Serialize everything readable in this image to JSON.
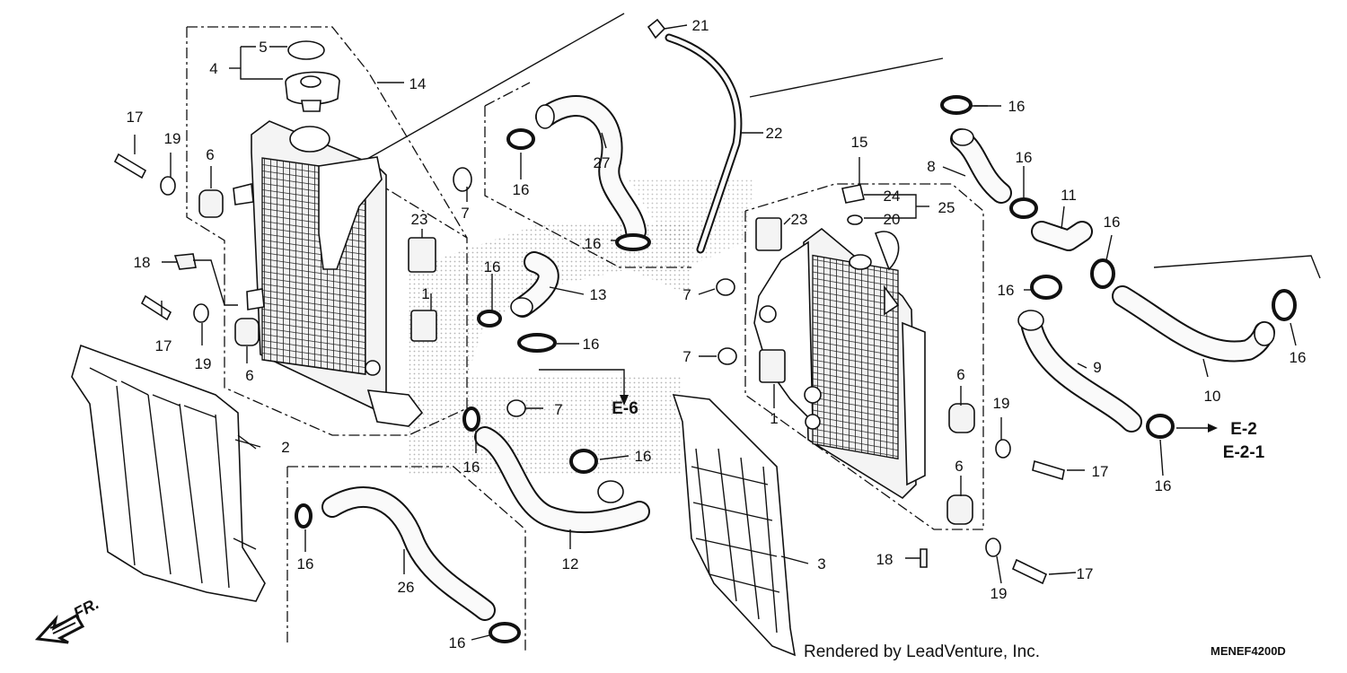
{
  "callouts": {
    "c1a": "1",
    "c1b": "1",
    "c2": "2",
    "c3": "3",
    "c4": "4",
    "c5": "5",
    "c6a": "6",
    "c6b": "6",
    "c6c": "6",
    "c6d": "6",
    "c7a": "7",
    "c7b": "7",
    "c7c": "7",
    "c7d": "7",
    "c8": "8",
    "c9": "9",
    "c10": "10",
    "c11": "11",
    "c12": "12",
    "c13": "13",
    "c14": "14",
    "c15": "15",
    "c16a": "16",
    "c16b": "16",
    "c16c": "16",
    "c16d": "16",
    "c16e": "16",
    "c16f": "16",
    "c16g": "16",
    "c16h": "16",
    "c16i": "16",
    "c16j": "16",
    "c16k": "16",
    "c16l": "16",
    "c16m": "16",
    "c16n": "16",
    "c17a": "17",
    "c17b": "17",
    "c17c": "17",
    "c17d": "17",
    "c18a": "18",
    "c18b": "18",
    "c19a": "19",
    "c19b": "19",
    "c19c": "19",
    "c19d": "19",
    "c20": "20",
    "c21": "21",
    "c22": "22",
    "c23a": "23",
    "c23b": "23",
    "c24": "24",
    "c25": "25",
    "c26": "26",
    "c27": "27"
  },
  "refs": {
    "e6": "E-6",
    "e2": "E-2",
    "e21": "E-2-1"
  },
  "direction": "FR.",
  "credit": "Rendered by LeadVenture, Inc.",
  "diagram_code": "MENEF4200D"
}
